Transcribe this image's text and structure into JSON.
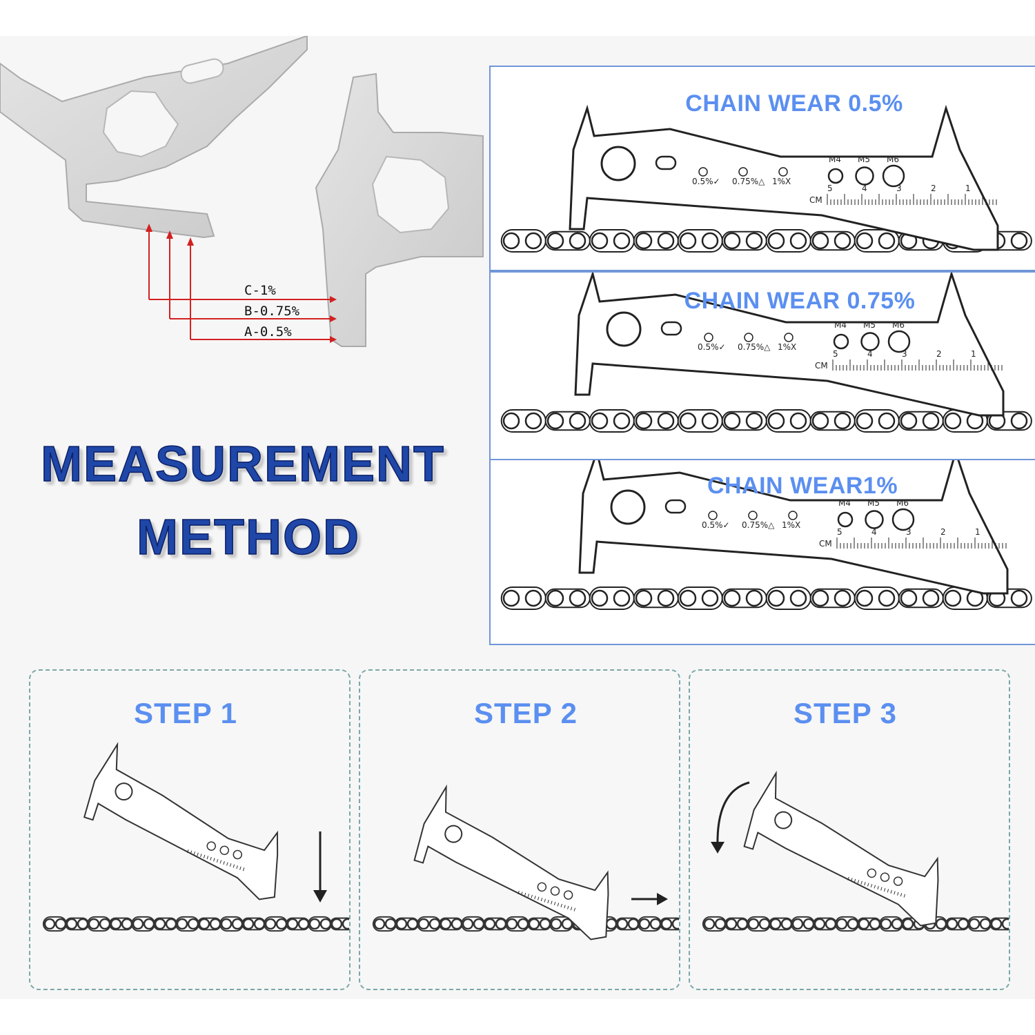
{
  "headline": {
    "line1": "MEASUREMENT",
    "line2": "METHOD"
  },
  "gauge_labels": {
    "c": "C-1%",
    "b": "B-0.75%",
    "a": "A-0.5%"
  },
  "wear_panels": [
    {
      "title": "CHAIN WEAR 0.5%"
    },
    {
      "title": "CHAIN WEAR 0.75%"
    },
    {
      "title": "CHAIN WEAR1%"
    }
  ],
  "tool_markings": {
    "holes": [
      "M4",
      "M5",
      "M6"
    ],
    "wear": [
      "0.5%✓",
      "0.75%△",
      "1%X"
    ],
    "unit": "CM",
    "ruler": [
      "5",
      "4",
      "3",
      "2",
      "1"
    ]
  },
  "steps": [
    {
      "title": "STEP 1"
    },
    {
      "title": "STEP 2"
    },
    {
      "title": "STEP 3"
    }
  ],
  "colors": {
    "accent": "#5b8ff0",
    "headline": "#1f47a8",
    "panel_border": "#6f96d8",
    "arrow": "#d32020"
  },
  "icons": [
    "chain-wear-tool",
    "bicycle-chain",
    "down-arrow-icon",
    "right-arrow-icon",
    "rotate-arrow-icon"
  ]
}
